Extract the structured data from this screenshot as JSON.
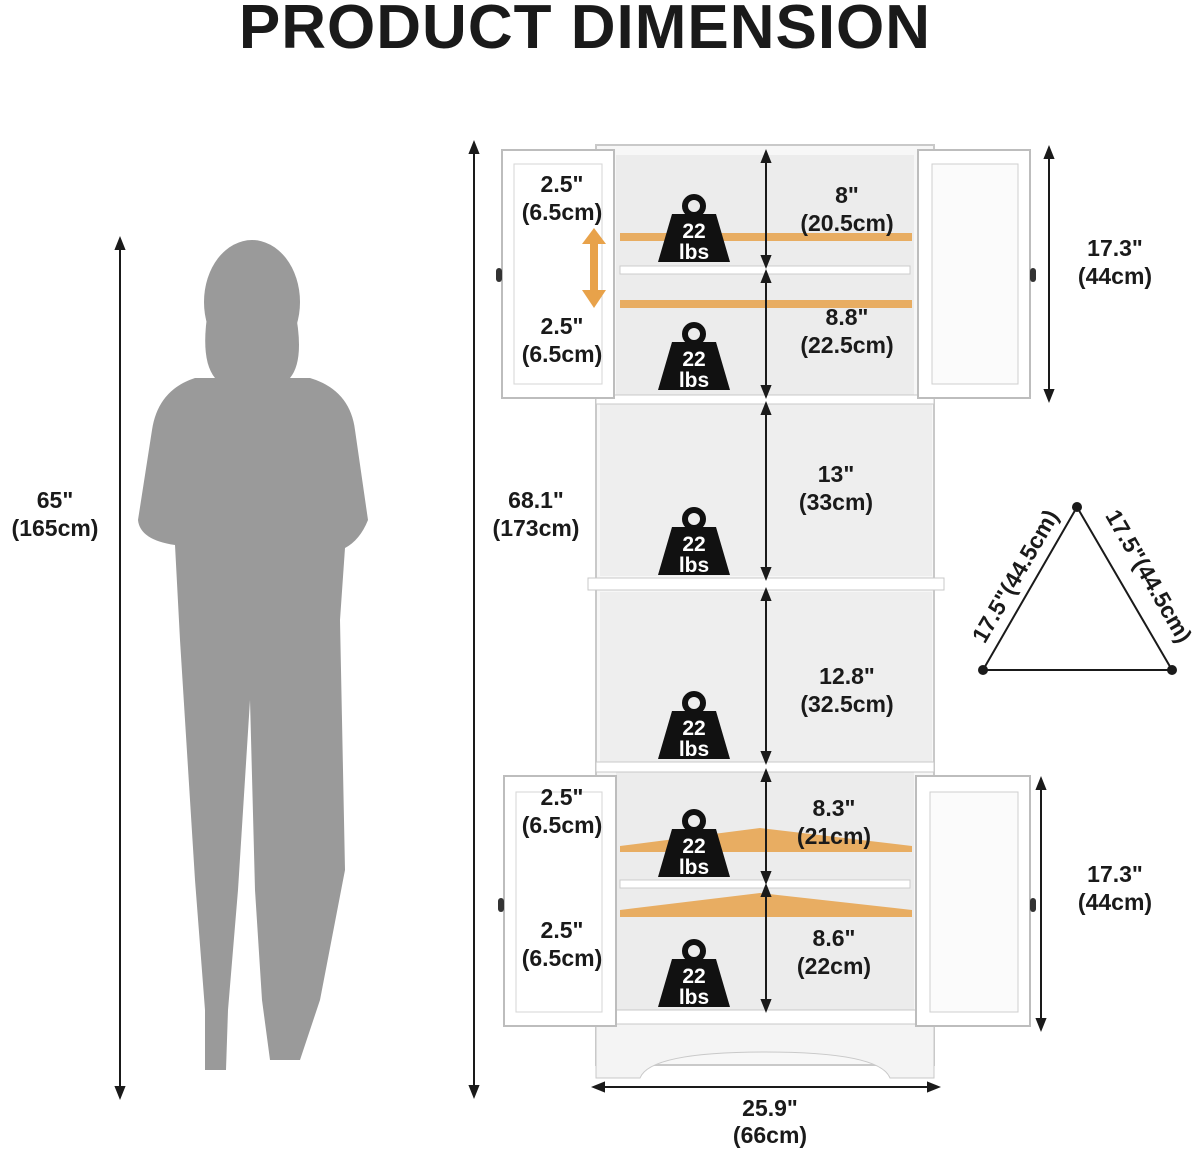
{
  "title": "PRODUCT DIMENSION",
  "person_height": {
    "in": "65\"",
    "cm": "(165cm)"
  },
  "cabinet_height": {
    "in": "68.1\"",
    "cm": "(173cm)"
  },
  "cabinet_width": {
    "in": "25.9\"",
    "cm": "(66cm)"
  },
  "upper_cabinet": {
    "height": {
      "in": "17.3\"",
      "cm": "(44cm)"
    },
    "adjust_top": {
      "in": "2.5\"",
      "cm": "(6.5cm)"
    },
    "adjust_bottom": {
      "in": "2.5\"",
      "cm": "(6.5cm)"
    },
    "shelf1": {
      "in": "8\"",
      "cm": "(20.5cm)"
    },
    "shelf2": {
      "in": "8.8\"",
      "cm": "(22.5cm)"
    }
  },
  "open_shelves": {
    "shelf1": {
      "in": "13\"",
      "cm": "(33cm)"
    },
    "shelf2": {
      "in": "12.8\"",
      "cm": "(32.5cm)"
    }
  },
  "lower_cabinet": {
    "height": {
      "in": "17.3\"",
      "cm": "(44cm)"
    },
    "adjust_top": {
      "in": "2.5\"",
      "cm": "(6.5cm)"
    },
    "adjust_bottom": {
      "in": "2.5\"",
      "cm": "(6.5cm)"
    },
    "shelf1": {
      "in": "8.3\"",
      "cm": "(21cm)"
    },
    "shelf2": {
      "in": "8.6\"",
      "cm": "(22cm)"
    }
  },
  "weight_badge": {
    "value": "22",
    "unit": "lbs"
  },
  "triangle": {
    "left_side": "17.5\"(44.5cm)",
    "right_side": "17.5\"(44.5cm)"
  },
  "colors": {
    "text": "#1a1a1a",
    "silhouette": "#9a9a9a",
    "shelf_highlight": "#e8a24a",
    "cabinet": "#f7f7f7",
    "badge": "#111111"
  },
  "icons": [
    "weight-icon",
    "double-arrow-icon",
    "person-silhouette"
  ]
}
